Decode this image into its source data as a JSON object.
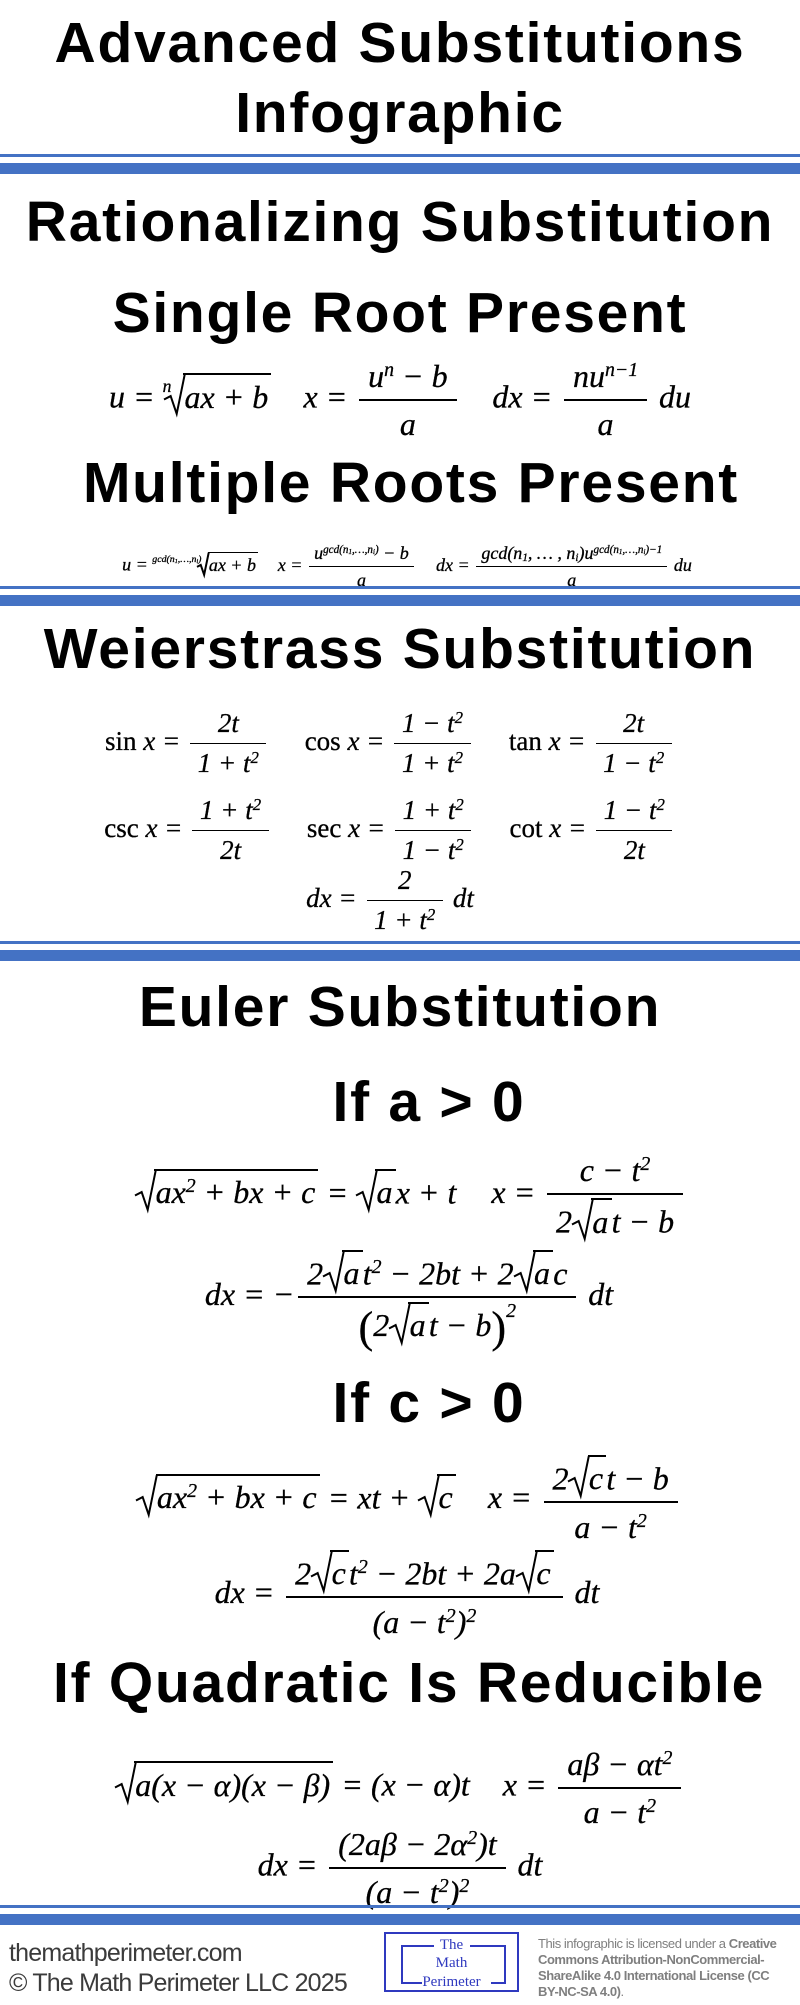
{
  "title": {
    "line1": "Advanced Substitutions",
    "line2": "Infographic"
  },
  "colors": {
    "divider": "#4472C4",
    "logo": "#2F39BF",
    "heading": "#000000",
    "license_gray": "#7F7F7F"
  },
  "sections": {
    "rationalizing": {
      "heading": "Rationalizing Substitution",
      "subsections": [
        {
          "heading": "Single Root Present",
          "formulas": [
            "u = \\root{n}{ax + b}",
            "x = \\frac{u^{n} − b}{a}",
            "dx = \\frac{nu^{n−1}}{a} du"
          ]
        },
        {
          "heading": "Multiple Roots Present",
          "formulas": [
            "u = \\root{gcd(n_{1},…,n_{i})}{ax + b}",
            "x = \\frac{u^{gcd(n_{1},…,n_{i})} − b}{a}",
            "dx = \\frac{gcd(n_{1}, … , n_{i})u^{gcd(n_{1},…,n_{i})−1}}{a} du"
          ]
        }
      ]
    },
    "weierstrass": {
      "heading": "Weierstrass Substitution",
      "rows": [
        [
          "\\up{sin} x = \\frac{2t}{1 + t^{2}}",
          "\\up{cos} x = \\frac{1 − t^{2}}{1 + t^{2}}",
          "\\up{tan} x = \\frac{2t}{1 − t^{2}}"
        ],
        [
          "\\up{csc} x = \\frac{1 + t^{2}}{2t}",
          "\\up{sec} x = \\frac{1 + t^{2}}{1 − t^{2}}",
          "\\up{cot} x = \\frac{1 − t^{2}}{2t}"
        ],
        [
          "dx = \\frac{2}{1 + t^{2}} dt"
        ]
      ]
    },
    "euler": {
      "heading": "Euler Substitution",
      "cases": [
        {
          "heading": "If a > 0",
          "rows": [
            [
              "\\sqrt{ax^{2} + bx + c} = \\sqrt{a}x + t",
              "x = \\frac{c − t^{2}}{2\\sqrt{a}t − b}"
            ],
            [
              "dx = −\\frac{2\\sqrt{a}t^{2} − 2bt + 2\\sqrt{a}c}{\\bigp{2\\sqrt{a}t − b}^{2}} dt"
            ]
          ]
        },
        {
          "heading": "If c > 0",
          "rows": [
            [
              "\\sqrt{ax^{2} + bx + c} = xt + \\sqrt{c}",
              "x = \\frac{2\\sqrt{c}t − b}{a − t^{2}}"
            ],
            [
              "dx = \\frac{2\\sqrt{c}t^{2} − 2bt + 2a\\sqrt{c}}{(a − t^{2})^{2}} dt"
            ]
          ]
        },
        {
          "heading": "If Quadratic Is Reducible",
          "rows": [
            [
              "\\sqrt{a(x − α)(x − β)} = (x − α)t",
              "x = \\frac{aβ − αt^{2}}{a − t^{2}}"
            ],
            [
              "dx = \\frac{(2aβ − 2α^{2})t}{(a − t^{2})^{2}} dt"
            ]
          ]
        }
      ]
    }
  },
  "footer": {
    "website": "themathperimeter.com",
    "copyright": "© The Math Perimeter LLC 2025",
    "logo": {
      "line1": "The",
      "line2": "Math",
      "line3": "Perimeter"
    },
    "license": {
      "lines": [
        [
          [
            "n",
            "This infographic is licensed under a "
          ],
          [
            "b",
            "Creative"
          ]
        ],
        [
          [
            "b",
            "Commons Attribution-NonCommercial-"
          ]
        ],
        [
          [
            "b",
            "ShareAlike 4.0 International License (CC"
          ]
        ],
        [
          [
            "b",
            "BY-NC-SA 4.0)"
          ],
          [
            "n",
            "."
          ]
        ]
      ]
    }
  }
}
